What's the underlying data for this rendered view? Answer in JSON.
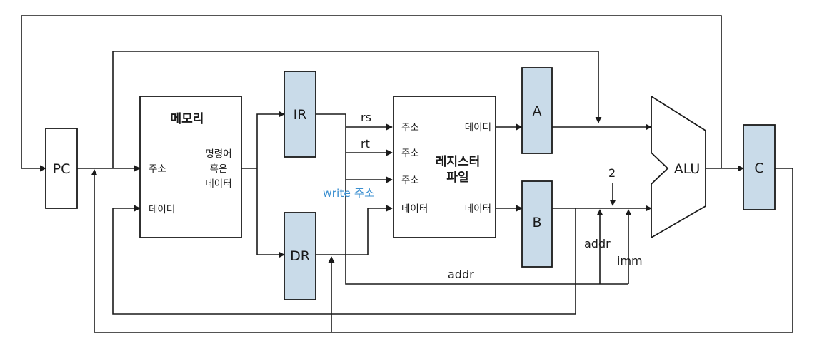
{
  "components": {
    "pc": "PC",
    "ir": "IR",
    "dr": "DR",
    "a": "A",
    "b": "B",
    "c": "C",
    "alu": "ALU",
    "memory": {
      "title": "메모리",
      "address": "주소",
      "data": "데이터",
      "output": [
        "명령어",
        "혹은",
        "데이터"
      ]
    },
    "register_file": {
      "title": [
        "레지스터",
        "파일"
      ],
      "address_1": "주소",
      "address_2": "주소",
      "address_3": "주소",
      "data_in": "데이터",
      "data_out_a": "데이터",
      "data_out_b": "데이터"
    }
  },
  "signals": {
    "rs": "rs",
    "rt": "rt",
    "write_address": "write 주소",
    "addr_bottom": "addr",
    "addr_alu": "addr",
    "imm": "imm",
    "const_two": "2"
  },
  "colors": {
    "register": "#c9dbe9",
    "line": "#1a1a1a",
    "write_label": "#3a8fd0"
  }
}
